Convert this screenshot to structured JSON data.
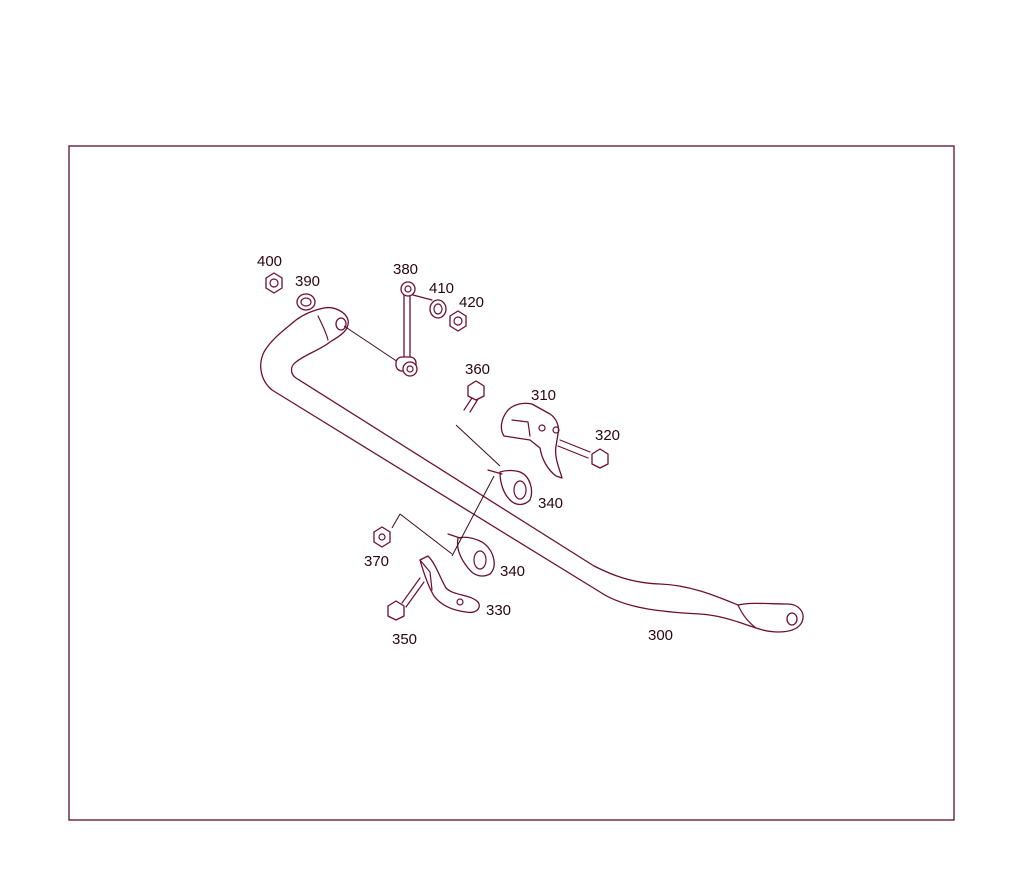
{
  "diagram": {
    "callouts": [
      {
        "id": "400",
        "label": "400"
      },
      {
        "id": "390",
        "label": "390"
      },
      {
        "id": "380",
        "label": "380"
      },
      {
        "id": "410",
        "label": "410"
      },
      {
        "id": "420",
        "label": "420"
      },
      {
        "id": "360",
        "label": "360"
      },
      {
        "id": "310",
        "label": "310"
      },
      {
        "id": "320",
        "label": "320"
      },
      {
        "id": "340a",
        "label": "340"
      },
      {
        "id": "340b",
        "label": "340"
      },
      {
        "id": "370",
        "label": "370"
      },
      {
        "id": "330",
        "label": "330"
      },
      {
        "id": "350",
        "label": "350"
      },
      {
        "id": "300",
        "label": "300"
      }
    ],
    "colors": {
      "line": "#6b1030",
      "frame": "#5a0f24",
      "text": "#2a0610"
    }
  }
}
